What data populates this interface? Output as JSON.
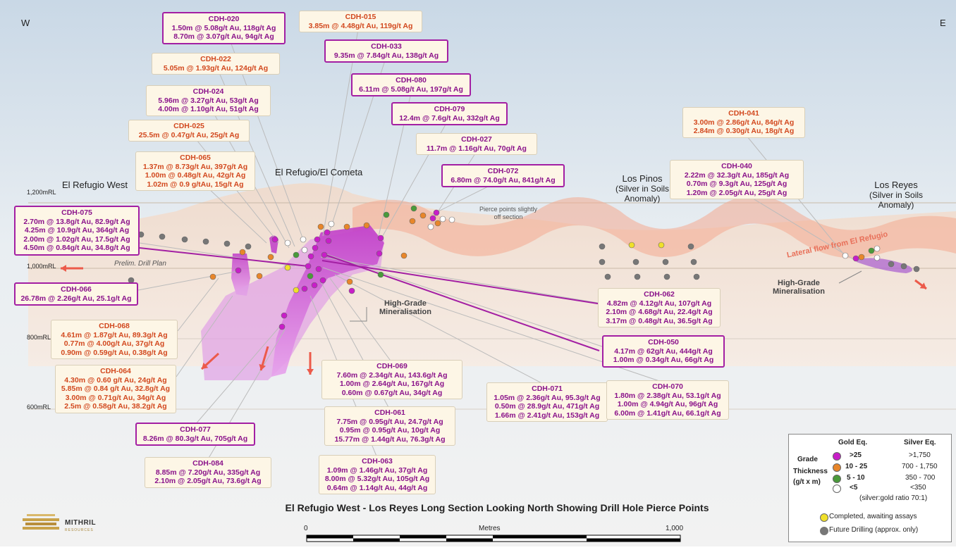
{
  "compass": {
    "west": "W",
    "east": "E"
  },
  "title": "El Refugio West - Los Reyes Long Section Looking North Showing Drill Hole Pierce Points",
  "scale": {
    "start": "0",
    "unit": "Metres",
    "end": "1,000"
  },
  "logo": {
    "name": "MITHRIL",
    "sub": "RESOURCES"
  },
  "rl_labels": [
    "1,200mRL",
    "1,000mRL",
    "800mRL",
    "600mRL"
  ],
  "area_labels": {
    "el_refugio_west": "El Refugio West",
    "el_refugio_cometa": "El Refugio/El Cometa",
    "los_pinos": [
      "Los Pinos",
      "(Silver in Soils",
      "Anomaly)"
    ],
    "los_reyes": [
      "Los Reyes",
      "(Silver in Soils",
      "Anomaly)"
    ],
    "high_grade_1": [
      "High-Grade",
      "Mineralisation"
    ],
    "high_grade_2": [
      "High-Grade",
      "Mineralisation"
    ],
    "prelim": "Prelim. Drill Plan",
    "pierce_note": [
      "Pierce points slightly",
      "off section"
    ],
    "lateral_flow": "Lateral flow from El Refugio"
  },
  "holes": [
    {
      "id": "CDH-020",
      "color": "purple-text",
      "lines": [
        "1.50m @ 5.08g/t Au, 118g/t Ag",
        "8.70m @ 3.07g/t Au, 94g/t Ag"
      ]
    },
    {
      "id": "CDH-015",
      "color": "orange-text",
      "lines": [
        "3.85m @ 4.48g/t Au, 119g/t Ag"
      ]
    },
    {
      "id": "CDH-033",
      "color": "purple-text",
      "lines": [
        "9.35m @ 7.84g/t Au, 138g/t Ag"
      ]
    },
    {
      "id": "CDH-022",
      "color": "orange-text",
      "lines": [
        "5.05m @ 1.93g/t Au, 124g/t Ag"
      ]
    },
    {
      "id": "CDH-080",
      "color": "purple-text",
      "lines": [
        "6.11m @ 5.08g/t Au, 197g/t Ag"
      ]
    },
    {
      "id": "CDH-024",
      "color": "purple-text",
      "lines": [
        "5.96m @ 3.27g/t Au, 53g/t Ag",
        "4.00m @ 1.10g/t Au, 51g/t Ag"
      ]
    },
    {
      "id": "CDH-079",
      "color": "purple-text",
      "lines": [
        "12.4m @ 7.6g/t Au, 332g/t Ag"
      ]
    },
    {
      "id": "CDH-025",
      "color": "orange-text",
      "lines": [
        "25.5m @ 0.47g/t Au, 25g/t Ag"
      ]
    },
    {
      "id": "CDH-027",
      "color": "purple-text",
      "lines": [
        "11.7m @ 1.16g/t Au, 70g/t Ag"
      ]
    },
    {
      "id": "CDH-065",
      "color": "orange-text",
      "lines": [
        "1.37m @ 8.73g/t Au, 397g/t Ag",
        "1.00m @ 0.48g/t Au, 42g/t Ag",
        "1.02m @ 0.9 g/tAu, 15g/t Ag"
      ]
    },
    {
      "id": "CDH-072",
      "color": "purple-text",
      "lines": [
        "6.80m @ 74.0g/t Au, 841g/t Ag"
      ]
    },
    {
      "id": "CDH-041",
      "color": "orange-text",
      "lines": [
        "3.00m @ 2.86g/t Au, 84g/t Ag",
        "2.84m @ 0.30g/t Au, 18g/t Ag"
      ]
    },
    {
      "id": "CDH-040",
      "color": "purple-text",
      "lines": [
        "2.22m @ 32.3g/t Au, 185g/t Ag",
        "0.70m @ 9.3g/t Au, 125g/t Ag",
        "1.20m @ 2.05g/t Au, 25g/t Ag"
      ]
    },
    {
      "id": "CDH-075",
      "color": "purple-text",
      "lines": [
        "2.70m @ 13.8g/t Au, 82.9g/t Ag",
        "4.25m @ 10.9g/t Au, 364g/t Ag",
        "2.00m @ 1.02g/t Au, 17.5g/t Ag",
        "4.50m @ 0.84g/t Au, 34.8g/t Ag"
      ]
    },
    {
      "id": "CDH-066",
      "color": "purple-text",
      "lines": [
        "26.78m @ 2.26g/t Au, 25.1g/t Ag"
      ]
    },
    {
      "id": "CDH-062",
      "color": "purple-text",
      "lines": [
        "4.82m @ 4.12g/t Au, 107g/t Ag",
        "2.10m @ 4.68g/t Au, 22.4g/t Ag",
        "3.17m @ 0.48g/t Au, 36.5g/t Ag"
      ]
    },
    {
      "id": "CDH-068",
      "color": "orange-text",
      "lines": [
        "4.61m @ 1.87g/t Au, 89.3g/t Ag",
        "0.77m @ 4.00g/t Au, 37g/t Ag",
        "0.90m @ 0.59g/t Au, 0.38g/t Ag"
      ]
    },
    {
      "id": "CDH-050",
      "color": "purple-text",
      "lines": [
        "4.17m @ 62g/t Au, 444g/t Ag",
        "1.00m @ 0.34g/t Au, 66g/t Ag"
      ]
    },
    {
      "id": "CDH-064",
      "color": "orange-text",
      "lines": [
        "4.30m @ 0.60 g/t Au, 24g/t Ag",
        "5.85m @ 0.84 g/t Au, 32.8g/t Ag",
        "3.00m @ 0.71g/t Au, 34g/t Ag",
        "2.5m @ 0.58g/t Au, 38.2g/t Ag"
      ]
    },
    {
      "id": "CDH-069",
      "color": "purple-text",
      "lines": [
        "7.60m @ 2.34g/t Au, 143.6g/t Ag",
        "1.00m @ 2.64g/t Au, 167g/t Ag",
        "0.60m @ 0.67g/t Au, 34g/t Ag"
      ]
    },
    {
      "id": "CDH-071",
      "color": "purple-text",
      "lines": [
        "1.05m @ 2.36g/t Au, 95.3g/t Ag",
        "0.50m @ 28.9g/t Au, 471g/t Ag",
        "1.66m @ 2.41g/t Au, 153g/t Ag"
      ]
    },
    {
      "id": "CDH-070",
      "color": "purple-text",
      "lines": [
        "1.80m @ 2.38g/t Au, 53.1g/t Ag",
        "1.00m @ 4.94g/t Au, 96g/t Ag",
        "6.00m @ 1.41g/t Au, 66.1g/t Ag"
      ]
    },
    {
      "id": "CDH-061",
      "color": "purple-text",
      "lines": [
        "7.75m @ 0.95g/t Au, 24.7g/t Ag",
        "0.95m @ 0.95g/t Au, 10g/t Ag",
        "15.77m @ 1.44g/t Au, 76.3g/t Ag"
      ]
    },
    {
      "id": "CDH-077",
      "color": "purple-text",
      "lines": [
        "8.26m @ 80.3g/t Au, 705g/t Ag"
      ]
    },
    {
      "id": "CDH-063",
      "color": "purple-text",
      "lines": [
        "1.09m @ 1.46g/t Au, 37g/t Ag",
        "8.00m @ 5.32g/t Au, 105g/t Ag",
        "0.64m @ 1.14g/t Au, 44g/t Ag"
      ]
    },
    {
      "id": "CDH-084",
      "color": "purple-text",
      "lines": [
        "8.85m @ 7.20g/t Au, 335g/t Ag",
        "2.10m @ 2.05g/t Au, 73.6g/t Ag"
      ]
    }
  ],
  "legend": {
    "gold_header": "Gold Eq.",
    "silver_header": "Silver Eq.",
    "grade_label": [
      "Grade",
      "Thickness",
      "(g/t x m)"
    ],
    "rows": [
      {
        "gold": ">25",
        "silver": ">1,750",
        "color": "#c81ec8"
      },
      {
        "gold": "10 - 25",
        "silver": "700 - 1,750",
        "color": "#e8862a"
      },
      {
        "gold": "5 - 10",
        "silver": "350 - 700",
        "color": "#4a9a3a"
      },
      {
        "gold": "<5",
        "silver": "<350",
        "color": "#ffffff"
      }
    ],
    "ratio_note": "(silver:gold ratio 70:1)",
    "completed": "Completed, awaiting assays",
    "future": "Future Drilling (approx. only)",
    "completed_color": "#f0e02a",
    "future_color": "#777777"
  }
}
